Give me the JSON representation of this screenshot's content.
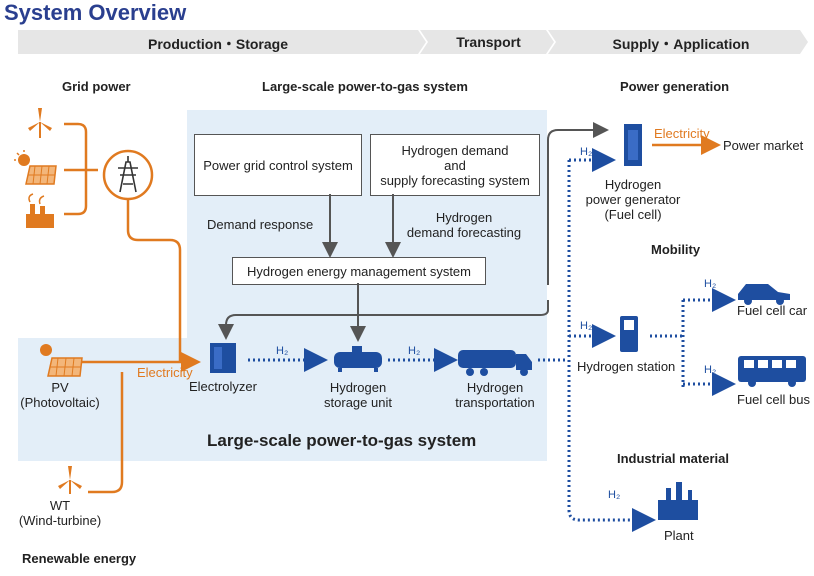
{
  "title": "System Overview",
  "bands": {
    "production_storage": "Production・Storage",
    "transport": "Transport",
    "supply_application": "Supply・Application"
  },
  "headers": {
    "grid_power": "Grid power",
    "large_scale_top": "Large-scale power-to-gas system",
    "power_generation": "Power generation",
    "mobility": "Mobility",
    "industrial_material": "Industrial material",
    "renewable_energy": "Renewable energy"
  },
  "boxes": {
    "grid_control": "Power grid control system",
    "demand_forecast": "Hydrogen demand\nand\nsupply forecasting system",
    "hems": "Hydrogen energy management system"
  },
  "labels": {
    "demand_response": "Demand response",
    "hydrogen_demand_forecasting": "Hydrogen\ndemand forecasting",
    "electricity_left": "Electricity",
    "electricity_right": "Electricity",
    "power_market": "Power market",
    "electrolyzer": "Electrolyzer",
    "storage_unit": "Hydrogen\nstorage unit",
    "transportation": "Hydrogen\ntransportation",
    "fuel_cell_generator": "Hydrogen\npower generator\n(Fuel cell)",
    "hydrogen_station": "Hydrogen station",
    "fuel_cell_car": "Fuel cell car",
    "fuel_cell_bus": "Fuel cell bus",
    "plant": "Plant",
    "pv": "PV\n(Photovoltaic)",
    "wt": "WT\n(Wind-turbine)",
    "big_caption": "Large-scale power-to-gas system",
    "h2": "H₂"
  },
  "colors": {
    "title_blue": "#2a3f8f",
    "orange": "#e07a20",
    "blue": "#1e4ea0",
    "panel": "#e3eef8",
    "band": "#e6e6e6"
  }
}
